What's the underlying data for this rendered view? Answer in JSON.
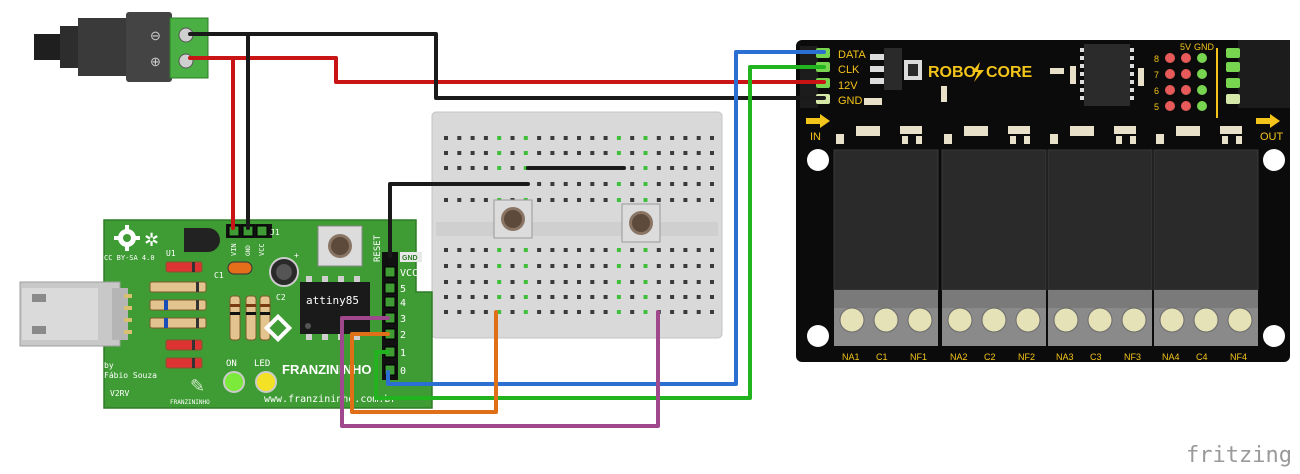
{
  "dc_jack": {
    "minus_symbol": "⊖",
    "plus_symbol": "⊕"
  },
  "relay_board": {
    "brand": "ROBO",
    "brand_suffix": "CORE",
    "pins": [
      "DATA",
      "CLK",
      "12V",
      "GND"
    ],
    "header_labels": [
      "5V",
      "GND"
    ],
    "row_numbers": [
      "8",
      "7",
      "6",
      "5"
    ],
    "in_label": "IN",
    "out_label": "OUT",
    "terminal_labels": [
      "NA1",
      "C1",
      "NF1",
      "NA2",
      "C2",
      "NF2",
      "NA3",
      "C3",
      "NF3",
      "NA4",
      "C4",
      "NF4"
    ]
  },
  "franzininho": {
    "cc_label": "CC BY-SA 4.0",
    "u1": "U1",
    "c1": "C1",
    "c2": "C2",
    "j1": "J1",
    "pin_vin": "VIN",
    "pin_gnd": "GND",
    "pin_vcc": "VCC",
    "reset": "RESET",
    "gnd": "GND",
    "right_pins": [
      "VCC",
      "5",
      "4",
      "3",
      "2",
      "1",
      "0"
    ],
    "chip": "attiny85",
    "author_by": "by",
    "author_name": "Fábio Souza",
    "version": "V2RV",
    "on": "ON",
    "led": "LED",
    "name": "FRANZININHO",
    "small_name": "FRANZININHO",
    "url": "www.franzininho.com.br",
    "plus": "+"
  },
  "colors": {
    "wire_red": "#c81414",
    "wire_black": "#1a1a1a",
    "wire_blue": "#2a6fd1",
    "wire_green": "#22b41e",
    "wire_orange": "#e07018",
    "wire_purple": "#a0488e",
    "pcb_green": "#3f9c35",
    "relay_black": "#0b0b0b",
    "breadboard": "#dcdcdc"
  },
  "watermark": "fritzing"
}
